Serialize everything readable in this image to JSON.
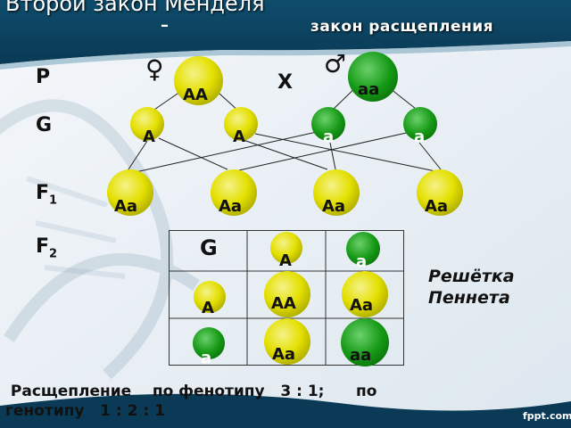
{
  "header": {
    "title": "Второй закон Менделя",
    "dash": "–",
    "subtitle": "закон расщепления"
  },
  "generations": {
    "p": "P",
    "g": "G",
    "f1": "F",
    "f1_sub": "1",
    "f2": "F",
    "f2_sub": "2"
  },
  "symbols": {
    "female": "♀",
    "male": "♂",
    "cross": "X"
  },
  "parents": [
    "АА",
    "аа"
  ],
  "gametes": [
    "А",
    "А",
    "а",
    "а"
  ],
  "offspring_f1": [
    "Аа",
    "Аа",
    "Аа",
    "Аа"
  ],
  "punnett": {
    "corner": "G",
    "col_headers": [
      "А",
      "а"
    ],
    "row_headers": [
      "А",
      "а"
    ],
    "cells": [
      [
        "АА",
        "Аа"
      ],
      [
        "Аа",
        "аа"
      ]
    ],
    "caption_line1": "Решётка",
    "caption_line2": "Пеннета"
  },
  "summary": {
    "line1": " Расщепление    по фенотипу   3 : 1;      по",
    "line2": "генотипу   1 : 2 : 1"
  },
  "credit": "fppt.com",
  "colors": {
    "dominant_ball": "#e4e000",
    "recessive_ball": "#169a16",
    "header_band": "#0a3a55"
  }
}
